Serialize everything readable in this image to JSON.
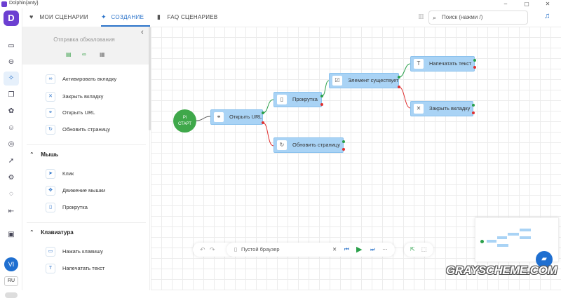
{
  "titlebar": {
    "app_name": "Dolphin{anty}",
    "minimize": "–",
    "maximize": "▢",
    "close": "✕"
  },
  "sidebar": {
    "logo": "D",
    "user_initials": "VI",
    "language": "RU"
  },
  "nav": {
    "tabs": [
      {
        "label": "МОИ СЦЕНАРИИ",
        "icon": "heart-icon"
      },
      {
        "label": "СОЗДАНИЕ",
        "icon": "magic-wand-icon"
      },
      {
        "label": "FAQ СЦЕНАРИЕВ",
        "icon": "book-icon"
      }
    ],
    "search_placeholder": "Поиск (нажми /)"
  },
  "panel": {
    "header_title": "Отправка обжалования",
    "items_top": [
      {
        "label": "Активировать вкладку",
        "icon": "link-icon"
      },
      {
        "label": "Закрыть вкладку",
        "icon": "close-icon"
      },
      {
        "label": "Открыть URL",
        "icon": "link-icon"
      },
      {
        "label": "Обновить страницу",
        "icon": "refresh-icon"
      }
    ],
    "section_mouse": "Мышь",
    "items_mouse": [
      {
        "label": "Клик",
        "icon": "cursor-icon"
      },
      {
        "label": "Движение мышки",
        "icon": "move-icon"
      },
      {
        "label": "Прокрутка",
        "icon": "scroll-icon"
      }
    ],
    "section_keyboard": "Клавиатура",
    "items_keyboard": [
      {
        "label": "Нажать клавишу",
        "icon": "keyboard-icon"
      },
      {
        "label": "Напечатать текст",
        "icon": "text-icon"
      }
    ]
  },
  "canvas": {
    "start": {
      "icon": "Pi",
      "label": "СТАРТ"
    },
    "nodes": {
      "open_url": "Открыть URL",
      "scroll": "Прокрутка",
      "refresh": "Обновить страницу",
      "element_exists": "Элемент существует",
      "type_text": "Напечатать текст",
      "close_tab": "Закрыть вкладку"
    },
    "browser_label": "Пустой браузер"
  },
  "watermark": "GRAYSCHEME.COM",
  "colors": {
    "accent": "#2a72c9",
    "node": "#a9d3f5",
    "start": "#3fa84a",
    "brand": "#6c3fd1"
  }
}
